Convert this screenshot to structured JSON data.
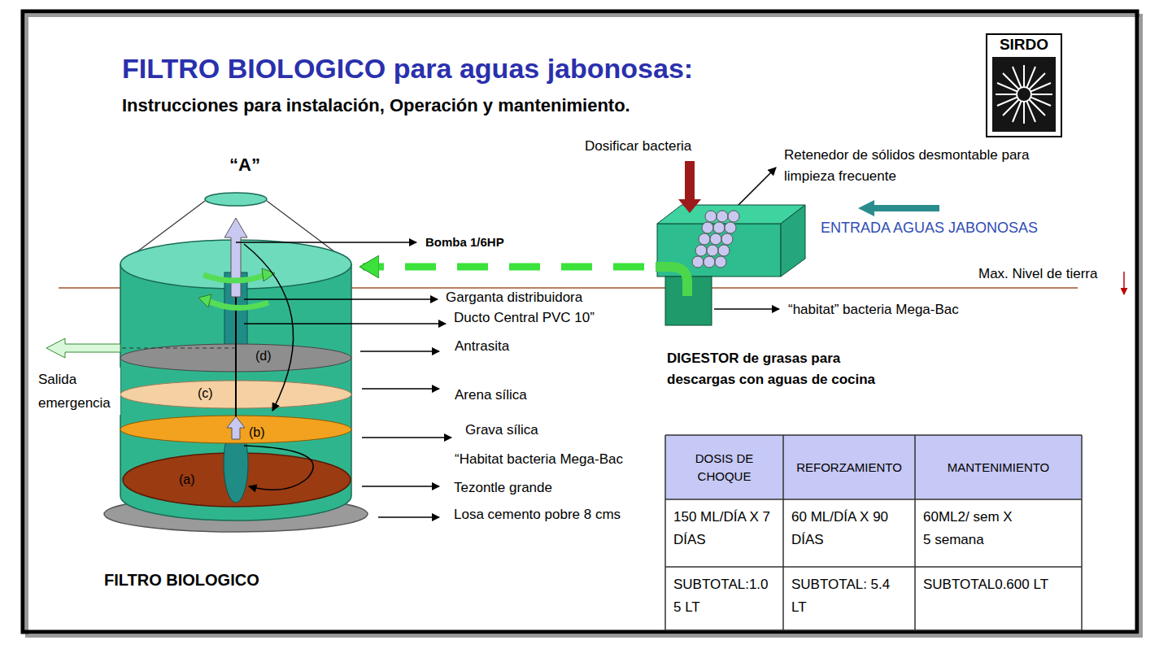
{
  "diagram": {
    "title": "FILTRO BIOLOGICO para aguas jabonosas:",
    "nodes": [
      {
        "text": [
          "FILTRO BIOLOGICO"
        ]
      },
      {
        "text": [
          "DIGESTOR de grasas para descargas con aguas de cocina"
        ]
      }
    ],
    "edges": [
      {
        "from": 1,
        "to": 0,
        "arrow": "to"
      }
    ],
    "labels": [
      "Instrucciones para instalación, Operación y mantenimiento.",
      "SIRDO",
      "“A”",
      "Bomba 1/6HP",
      "Garganta distribuidora",
      "Ducto Central PVC 10”",
      "Antrasita",
      "Salida emergencia",
      "(d)",
      "(c)",
      "Arena sílica",
      "(b)",
      "Grava sílica",
      "“Habitat bacteria Mega-Bac",
      "(a)",
      "Tezontle grande",
      "Losa cemento pobre 8 cms",
      "Dosificar bacteria",
      "Retenedor de sólidos desmontable para limpieza frecuente",
      "ENTRADA AGUAS JABONOSAS",
      "Max. Nivel de tierra",
      "“habitat” bacteria Mega-Bac",
      "DOSIS DE CHOQUE",
      "REFORZAMIENTO",
      "MANTENIMIENTO",
      "150 ML/DÍA X 7 DÍAS",
      "60 ML/DÍA X 90 DÍAS",
      "60ML2/ sem X 5 semana",
      "SUBTOTAL:1.05 LT",
      "SUBTOTAL: 5.4 LT",
      "SUBTOTAL0.600 LT"
    ]
  }
}
